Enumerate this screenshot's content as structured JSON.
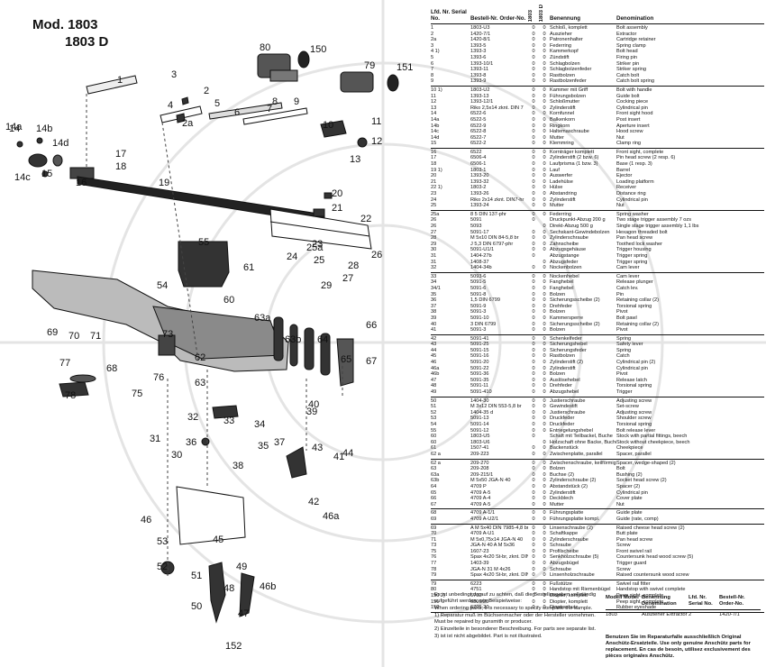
{
  "title": {
    "line1": "Mod. 1803",
    "line2": "1803 D"
  },
  "part_labels": [
    "1",
    "2",
    "2a",
    "3",
    "4",
    "5",
    "6",
    "7",
    "8",
    "9",
    "10",
    "11",
    "12",
    "13",
    "14",
    "14a",
    "14b",
    "14c",
    "14d",
    "15",
    "16",
    "17",
    "18",
    "19",
    "20",
    "21",
    "22",
    "23",
    "24",
    "25",
    "25a",
    "26",
    "27",
    "28",
    "29",
    "30",
    "31",
    "32",
    "33",
    "34",
    "35",
    "36",
    "37",
    "38",
    "39",
    "40",
    "41",
    "42",
    "43",
    "44",
    "45",
    "46",
    "46a",
    "46b",
    "47",
    "48",
    "49",
    "50",
    "51",
    "52",
    "53",
    "54",
    "55",
    "60",
    "61",
    "62",
    "63",
    "63a",
    "63b",
    "64",
    "65",
    "66",
    "67",
    "68",
    "69",
    "70",
    "71",
    "73",
    "75",
    "76",
    "77",
    "78",
    "79",
    "80",
    "150",
    "151",
    "152"
  ],
  "table": {
    "headers": {
      "lfd": "Lfd. Nr. Serial No.",
      "bestell": "Bestell-Nr. Order-No.",
      "m1803": "1803",
      "m1803d": "1803 D",
      "benennung": "Benennung",
      "denomination": "Denomination"
    },
    "groups": [
      [
        [
          "1",
          "1803-U3",
          "0",
          "0",
          "Schloß, komplett",
          "Bolt assembly"
        ],
        [
          "2",
          "1420-7/1",
          "0",
          "0",
          "Auszieher",
          "Extractor"
        ],
        [
          "2a",
          "1420-8/1",
          "0",
          "0",
          "Patronenhalter",
          "Cartridge retainer"
        ],
        [
          "3",
          "1393-5",
          "0",
          "0",
          "Federring",
          "Spring clamp"
        ],
        [
          "4 1)",
          "1393-3",
          "0",
          "0",
          "Kammerkopf",
          "Bolt head"
        ],
        [
          "5",
          "1393-6",
          "0",
          "0",
          "Zündstift",
          "Firing pin"
        ],
        [
          "6",
          "1393-10/1",
          "0",
          "0",
          "Schlagbolzen",
          "Striker pin"
        ],
        [
          "7",
          "1393-11",
          "0",
          "0",
          "Schlagbolzenfeder",
          "Striker spring"
        ],
        [
          "8",
          "1393-8",
          "0",
          "0",
          "Rastbolzen",
          "Catch bolt"
        ],
        [
          "9",
          "1393-9",
          "0",
          "0",
          "Rastbolzenfeder",
          "Catch bolt spring"
        ]
      ],
      [
        [
          "10 1)",
          "1803-U2",
          "0",
          "0",
          "Kammer mit Griff",
          "Bolt with handle"
        ],
        [
          "11",
          "1393-13",
          "0",
          "0",
          "Führungsbolzen",
          "Guide bolt"
        ],
        [
          "12",
          "1393-12/1",
          "0",
          "0",
          "Schloßmutter",
          "Cocking piece"
        ],
        [
          "13",
          "Riko 2,5x14 zknt. DIN 7",
          "0",
          "0",
          "Zylinderstift",
          "Cylindrical pin"
        ],
        [
          "14",
          "6522-6",
          "0",
          "0",
          "Kornfunnel",
          "Front sight hood"
        ],
        [
          "14a",
          "6522-5",
          "0",
          "0",
          "Balkenkorn",
          "Post insert"
        ],
        [
          "14b",
          "6522-9",
          "0",
          "0",
          "Ringkorn",
          "Aperture insert"
        ],
        [
          "14c",
          "6522-8",
          "0",
          "0",
          "Haltemaschraube",
          "Hood screw"
        ],
        [
          "14d",
          "6522-7",
          "0",
          "0",
          "Mutter",
          "Nut"
        ],
        [
          "15",
          "6522-2",
          "0",
          "0",
          "Klemmring",
          "Clamp ring"
        ]
      ],
      [
        [
          "16",
          "6522",
          "0",
          "0",
          "Kornträger komplett",
          "Front sight, complete"
        ],
        [
          "17",
          "6506-4",
          "0",
          "0",
          "Zylinderstift (2 bzw. 6)",
          "Pin head screw (2 resp. 6)"
        ],
        [
          "18",
          "6506-1",
          "0",
          "0",
          "Laufprisma (1 bzw. 3)",
          "Base (1 resp. 3)"
        ],
        [
          "19 1)",
          "1803-1",
          "0",
          "0",
          "Lauf",
          "Barrel"
        ],
        [
          "20",
          "1393-20",
          "0",
          "0",
          "Auswerfer",
          "Ejector"
        ],
        [
          "21",
          "1393-32",
          "0",
          "0",
          "Ladehülse",
          "Loading platform"
        ],
        [
          "22 1)",
          "1803-2",
          "0",
          "0",
          "Hülse",
          "Receiver"
        ],
        [
          "23",
          "1393-26",
          "0",
          "0",
          "Abstandring",
          "Distance ring"
        ],
        [
          "24",
          "Riko 2x14 zknt. DIN7-hr",
          "0",
          "0",
          "Zylinderstift",
          "Cylindrical pin"
        ],
        [
          "25",
          "1393-24",
          "0",
          "0",
          "Mutter",
          "Nut"
        ]
      ],
      [
        [
          "25a",
          "8 5 DIN 137-phr",
          "0",
          "0",
          "Federring",
          "Spring washer"
        ],
        [
          "26",
          "5091",
          "0",
          "",
          "Druckpunkt-Abzug 200 g",
          "Two stage trigger assembly 7 ozs"
        ],
        [
          "26",
          "5093",
          "",
          "0",
          "Direkt-Abzug 500 g",
          "Single stage trigger assembly 1,1 lbs"
        ],
        [
          "27",
          "5091-17",
          "0",
          "0",
          "Sechskant-Gewindebolzen",
          "Hexagon threaded bolt"
        ],
        [
          "28",
          "M 5x10 DIN 84-5,8 br",
          "0",
          "0",
          "Zylinderschraube",
          "Pan head screw"
        ],
        [
          "29",
          "J 5,3 DIN 6797-phr",
          "0",
          "0",
          "Zahnscheibe",
          "Toothed lock washer"
        ],
        [
          "30",
          "5091-U1/1",
          "0",
          "0",
          "Abzugsgehäuse",
          "Trigger housing"
        ],
        [
          "31",
          "1404-27b",
          "0",
          "",
          "Abzugstange",
          "Trigger spring"
        ],
        [
          "31",
          "1408-37",
          "",
          "0",
          "Abzugsfeder",
          "Trigger spring"
        ],
        [
          "32",
          "1404-34b",
          "0",
          "0",
          "Nockenbolzen",
          "Cam lever"
        ]
      ],
      [
        [
          "33",
          "5093-6",
          "0",
          "0",
          "Nockenhebel",
          "Cam lever"
        ],
        [
          "34",
          "5091-5",
          "0",
          "0",
          "Fanghebel",
          "Release plunger"
        ],
        [
          "34/1",
          "5091-6",
          "0",
          "0",
          "Fanghebel",
          "Catch lev."
        ],
        [
          "35",
          "5091-8",
          "0",
          "0",
          "Bolzen",
          "Pin"
        ],
        [
          "36",
          "1,5 DIN 6799",
          "0",
          "0",
          "Sicherungsscheibe (2)",
          "Retaining collar (2)"
        ],
        [
          "37",
          "5091-9",
          "0",
          "0",
          "Drehfeder",
          "Torsional spring"
        ],
        [
          "38",
          "5091-3",
          "0",
          "0",
          "Bolzen",
          "Pivot"
        ],
        [
          "39",
          "5091-10",
          "0",
          "0",
          "Kammersperre",
          "Bolt pawl"
        ],
        [
          "40",
          "3 DIN 6799",
          "0",
          "0",
          "Sicherungsscheibe (2)",
          "Retaining collar (2)"
        ],
        [
          "41",
          "5091-3",
          "0",
          "0",
          "Bolzen",
          "Pivot"
        ]
      ],
      [
        [
          "42",
          "5091-41",
          "0",
          "0",
          "Schenkelfeder",
          "Spring"
        ],
        [
          "43",
          "5091-25",
          "0",
          "0",
          "Sicherungshebel",
          "Safety lever"
        ],
        [
          "44",
          "5091-15",
          "0",
          "0",
          "Sicherungsfeder",
          "Spring"
        ],
        [
          "45",
          "5091-16",
          "0",
          "0",
          "Rastbolzen",
          "Catch"
        ],
        [
          "46",
          "5091-20",
          "0",
          "0",
          "Zylinderstift (2)",
          "Cylindrical pin (2)"
        ],
        [
          "46a",
          "5091-22",
          "0",
          "0",
          "Zylinderstift",
          "Cylindrical pin"
        ],
        [
          "46b",
          "5091-36",
          "0",
          "0",
          "Bolzen",
          "Pivot"
        ],
        [
          "47",
          "5091-35",
          "0",
          "0",
          "Auslösehebel",
          "Release latch"
        ],
        [
          "48",
          "5091-11",
          "0",
          "0",
          "Drehfeder",
          "Torsional spring"
        ],
        [
          "49",
          "5091-410",
          "0",
          "0",
          "Abzugshebel",
          "Trigger"
        ]
      ],
      [
        [
          "50",
          "1404-30",
          "0",
          "0",
          "Justierschraube",
          "Adjusting screw"
        ],
        [
          "51",
          "M 3x12 DIN 553-5,8 br",
          "0",
          "0",
          "Gewindestift",
          "Set-screw"
        ],
        [
          "52",
          "1404-35 d",
          "0",
          "0",
          "Justierschraube",
          "Adjusting screw"
        ],
        [
          "53",
          "5091-13",
          "0",
          "0",
          "Druckfeder",
          "Shoulder screw"
        ],
        [
          "54",
          "5091-14",
          "0",
          "0",
          "Druckfeder",
          "Torsional spring"
        ],
        [
          "55",
          "5091-12",
          "0",
          "0",
          "Entriegelungshebel",
          "Bolt release lever"
        ],
        [
          "60",
          "1803-U5",
          "0",
          "",
          "Schaft mit Teilbackel, Buche",
          "Stock with partial fittings, beech"
        ],
        [
          "60",
          "1803-U6",
          "",
          "0",
          "Holzschaft ohne Backe, Buche",
          "Stock without cheekpiece, beech"
        ],
        [
          "61",
          "1507-41",
          "0",
          "0",
          "Backenstück",
          "Cheekpiece"
        ],
        [
          "62 a",
          "209-223",
          "0",
          "0",
          "Zwischenplatte, parallel",
          "Spacer, parallel"
        ]
      ],
      [
        [
          "62 a",
          "209-270",
          "0",
          "0",
          "Zwischenschraube, keilförmig (2)",
          "Spacer, wedge-shaped (2)"
        ],
        [
          "63",
          "209-208",
          "0",
          "0",
          "Bolzen",
          "Bolt"
        ],
        [
          "63a",
          "209-215/1",
          "0",
          "0",
          "Buchse (2)",
          "Bushing (2)"
        ],
        [
          "63b",
          "M 5x50 JGA-N 40",
          "0",
          "0",
          "Zylinderschraube (2)",
          "Socket head screw (2)"
        ],
        [
          "64",
          "4709 P",
          "0",
          "0",
          "Abstandstück (2)",
          "Spacer (2)"
        ],
        [
          "65",
          "4709 A-5",
          "0",
          "0",
          "Zylinderstift",
          "Cylindrical pin"
        ],
        [
          "66",
          "4709 A-4",
          "0",
          "0",
          "Deckblech",
          "Cover plate"
        ],
        [
          "67",
          "4709 A-5",
          "0",
          "0",
          "Mutter",
          "Nut"
        ]
      ],
      [
        [
          "68",
          "4709 A-1/1",
          "0",
          "0",
          "Führungsplatte",
          "Guide plate"
        ],
        [
          "69",
          "4709 A-U2/1",
          "0",
          "0",
          "Führungsplatte kompl.",
          "Guide (rate, comp)"
        ]
      ],
      [
        [
          "69",
          "A M 5x40 DIN 7985-4,8 br",
          "0",
          "0",
          "Linsenschraube (2)",
          "Raised cheese head screw (2)"
        ],
        [
          "70",
          "4709 A-U1",
          "0",
          "0",
          "Schaftkappe",
          "Butt plate"
        ],
        [
          "71",
          "M 5x0,75x14 JGA-N 40",
          "0",
          "0",
          "Zylinderschraube",
          "Pan head screw"
        ],
        [
          "73",
          "JGA-N 40 A M 5x36",
          "0",
          "0",
          "Schraube",
          "Screw"
        ],
        [
          "75",
          "1607-23",
          "0",
          "0",
          "Profilscheibe",
          "Front swivel rail"
        ],
        [
          "76",
          "Spax 4x20 St-br, zknt. DIN 7997",
          "0",
          "0",
          "Senkholzschraube (5)",
          "Countersunk head wood screw (5)"
        ],
        [
          "77",
          "1403-39",
          "0",
          "0",
          "Abzugsbügel",
          "Trigger guard"
        ],
        [
          "78",
          "JGA-N 31 M 4x26",
          "0",
          "0",
          "Schraube",
          "Screw"
        ],
        [
          "79",
          "Spax 4x20 St-br, zknt. DIN 7995",
          "0",
          "0",
          "Linsenholzschraube",
          "Raised countersunk wood screw"
        ]
      ],
      [
        [
          "79",
          "6223",
          "0",
          "0",
          "Fußstütze",
          "Swivel rail fitter"
        ],
        [
          "80",
          "4751",
          "0",
          "0",
          "Handstop mit Riemenbügel",
          "Handstop with swivel complete"
        ],
        [
          "150 2)",
          "6702",
          "0",
          "0",
          "Diopter, komplett",
          "Peep sight, complete"
        ],
        [
          "151",
          "6800/20",
          "0",
          "0",
          "Diopter, komplett",
          "Peep sight, complete"
        ],
        [
          "152",
          "6705-20",
          "0",
          "0",
          "Dioptrschutz",
          "Rubber eyeshade"
        ]
      ]
    ]
  },
  "notes": [
    "Es ist unbedingt darauf zu achten, daß die Bestellangaben vollständig aufgeführt werden, wie Beispielweise:",
    "When ordering parts, it is necessary to specify complete the sample.",
    "1) Reparatur muß im Büchsenmacher oder der Hersteller vornehmen. Must be repaired by gunsmith or producer.",
    "2) Einzelteile in besonderer Beschreibung. For parts see separate list.",
    "3) ist ist nicht abgebildet. Part is not illustrated."
  ],
  "model_table": {
    "headers": [
      "Modell Model",
      "Benennung Denomination",
      "Lfd. Nr. Serial No.",
      "Bestell-Nr. Order-No."
    ],
    "row": [
      "1803",
      "Auszieher Extractor",
      "2",
      "1420-7/1"
    ]
  },
  "footer": "Benutzen Sie im Reparaturfalle ausschließlich Original Anschütz-Ersatzteile. Use only genuine Anschütz parts for replacement. En cas de besoin, utilisez exclusivement des pièces originales Anschütz."
}
